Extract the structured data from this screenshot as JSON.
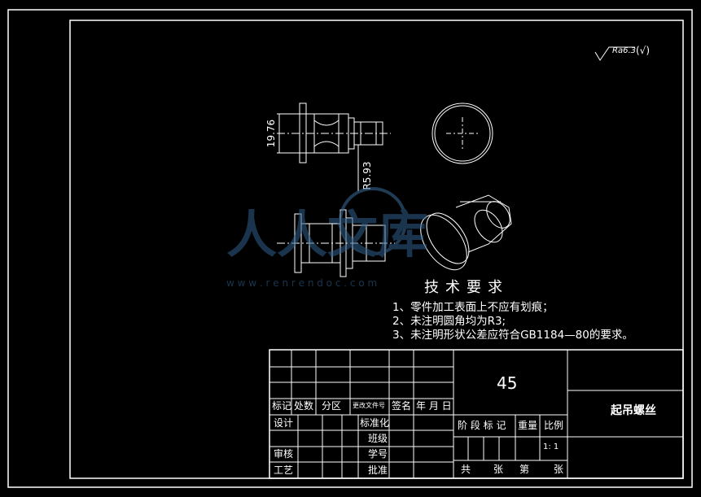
{
  "surface_roughness": {
    "value": "Ra6.3",
    "mark": "(√)"
  },
  "dimensions": {
    "height": "19.76",
    "radius": "R5.93"
  },
  "watermark": {
    "text": "人人文库",
    "url": "w w w . r e n r e n d o c . c o m"
  },
  "tech_requirements": {
    "title": "技术要求",
    "items": [
      "1、零件加工表面上不应有划痕；",
      "2、未注明圆角均为R3;",
      "3、未注明形状公差应符合GB1184—80的要求。"
    ]
  },
  "title_block": {
    "material": "45",
    "part_name": "起吊螺丝",
    "headers": {
      "mark": "标记",
      "count": "处数",
      "zone": "分区",
      "doc_no": "更改文件号",
      "sign": "签名",
      "date": "年 月 日"
    },
    "design": "设计",
    "standardize": "标准化",
    "class": "班级",
    "review": "审核",
    "student_no": "学号",
    "process": "工艺",
    "approve": "批准",
    "stage_mark": "阶 段 标 记",
    "weight": "重量",
    "scale_label": "比例",
    "scale": "1: 1",
    "total": "共",
    "sheets": "张",
    "sheet_no": "第",
    "sheets2": "张"
  }
}
